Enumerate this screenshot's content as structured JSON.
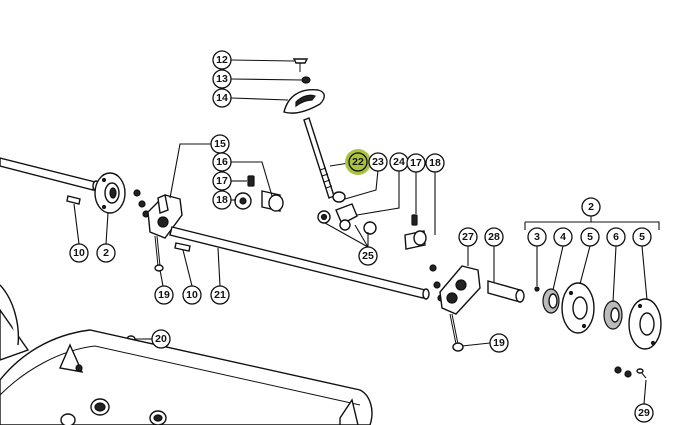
{
  "callouts": [
    {
      "label": "12"
    },
    {
      "label": "13"
    },
    {
      "label": "14"
    },
    {
      "label": "15"
    },
    {
      "label": "16"
    },
    {
      "label": "17"
    },
    {
      "label": "18"
    },
    {
      "label": "22"
    },
    {
      "label": "23"
    },
    {
      "label": "24"
    },
    {
      "label": "17"
    },
    {
      "label": "18"
    },
    {
      "label": "10"
    },
    {
      "label": "2"
    },
    {
      "label": "19"
    },
    {
      "label": "10"
    },
    {
      "label": "21"
    },
    {
      "label": "25"
    },
    {
      "label": "27"
    },
    {
      "label": "28"
    },
    {
      "label": "2"
    },
    {
      "label": "3"
    },
    {
      "label": "4"
    },
    {
      "label": "5"
    },
    {
      "label": "6"
    },
    {
      "label": "5"
    },
    {
      "label": "20"
    },
    {
      "label": "19"
    },
    {
      "label": "29"
    }
  ],
  "highlight": {
    "label": "22",
    "color": "#a9c23f"
  }
}
